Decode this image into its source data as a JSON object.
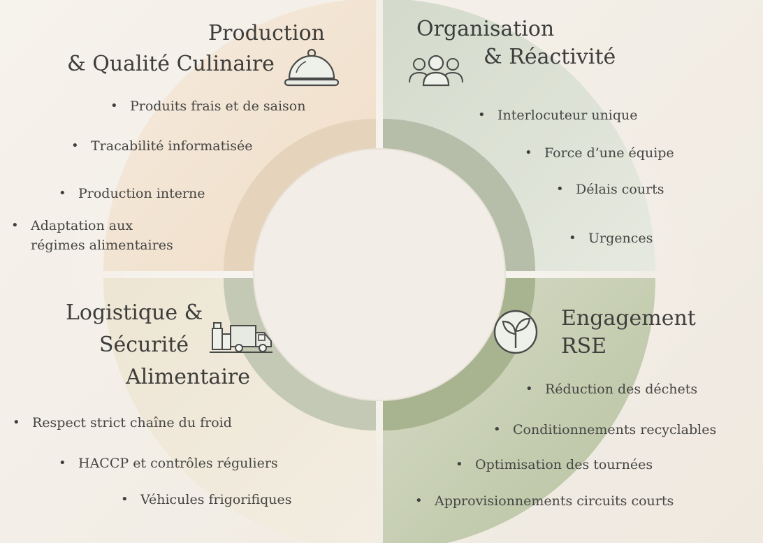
{
  "sections": {
    "production": {
      "title_line1": "Production",
      "title_line2": "& Qualité Culinaire",
      "icon": "cloche-icon",
      "items": [
        "Produits frais et de saison",
        "Tracabilité informatisée",
        "Production interne",
        "Adaptation aux",
        "régimes alimentaires"
      ]
    },
    "organisation": {
      "title_line1": "Organisation",
      "title_line2": "& Réactivité",
      "icon": "team-icon",
      "items": [
        "Interlocuteur unique",
        "Force d’une équipe",
        "Délais courts",
        "Urgences"
      ]
    },
    "logistique": {
      "title_line1": "Logistique &",
      "title_line2": "Sécurité",
      "title_line3": "Alimentaire",
      "icon": "delivery-truck-icon",
      "items": [
        "Respect strict chaîne du froid",
        "HACCP et contrôles réguliers",
        "Véhicules frigorifiques"
      ]
    },
    "rse": {
      "title_line1": "Engagement",
      "title_line2": "RSE",
      "icon": "sprout-icon",
      "items": [
        "Réduction des déchets",
        "Conditionnements recyclables",
        "Optimisation des tournées",
        "Approvisionnements circuits courts"
      ]
    }
  },
  "colors": {
    "production_outer": "#f3e6d6",
    "production_inner": "#e4cfb4",
    "organisation_outer": "#dde2d5",
    "organisation_inner": "#b3bba7",
    "logistique_outer": "#efe9da",
    "logistique_inner": "#bfc6b2",
    "rse_outer": "#c8d0b6",
    "rse_inner": "#a9b493"
  }
}
